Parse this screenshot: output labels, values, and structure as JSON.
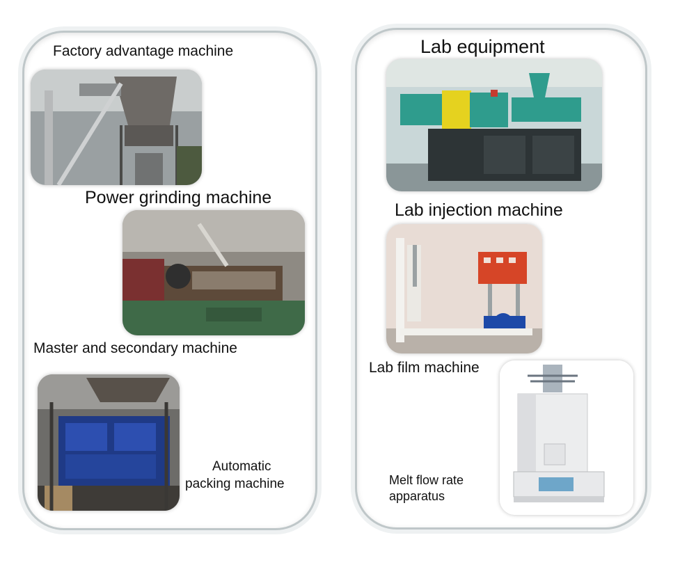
{
  "left_panel": {
    "captions": {
      "factory_advantage": "Factory advantage machine",
      "power_grinding": "Power grinding machine",
      "master_secondary": "Master and secondary machine",
      "automatic_packing_line1": "Automatic",
      "automatic_packing_line2": "packing machine"
    }
  },
  "right_panel": {
    "captions": {
      "lab_equipment": "Lab equipment",
      "lab_injection": "Lab injection machine",
      "lab_film": "Lab film machine",
      "melt_flow_line1": "Melt flow rate",
      "melt_flow_line2": "apparatus"
    }
  }
}
